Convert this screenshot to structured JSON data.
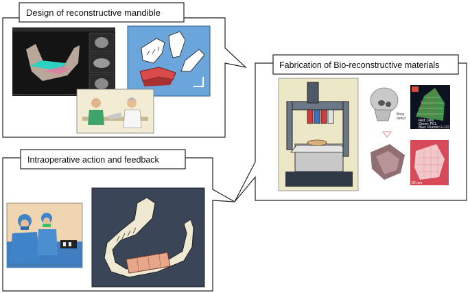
{
  "panels": {
    "design": {
      "title": "Design of reconstructive mandible"
    },
    "fabrication": {
      "title": "Fabrication of Bio-reconstructive materials",
      "defect_label_1": "Bony",
      "defect_label_2": "defect",
      "legend_red": "Red: cells",
      "legend_green": "Green: PCL",
      "legend_blue": "Blue: Pluronic F-127",
      "scale_label": "30 mm"
    },
    "intraoperative": {
      "title": "Intraoperative action and feedback"
    }
  },
  "colors": {
    "border": "#222222",
    "ct_background": "#141414",
    "model_panel_blue": "#6aa6dc",
    "printer_panel_bg": "#ece7c7",
    "surgery_bg": "#f0d6b0",
    "mandible_panel_bg": "#3a4658",
    "scaffold_red": "#d94a4a",
    "print_grid_green": "#3f8f4b"
  }
}
